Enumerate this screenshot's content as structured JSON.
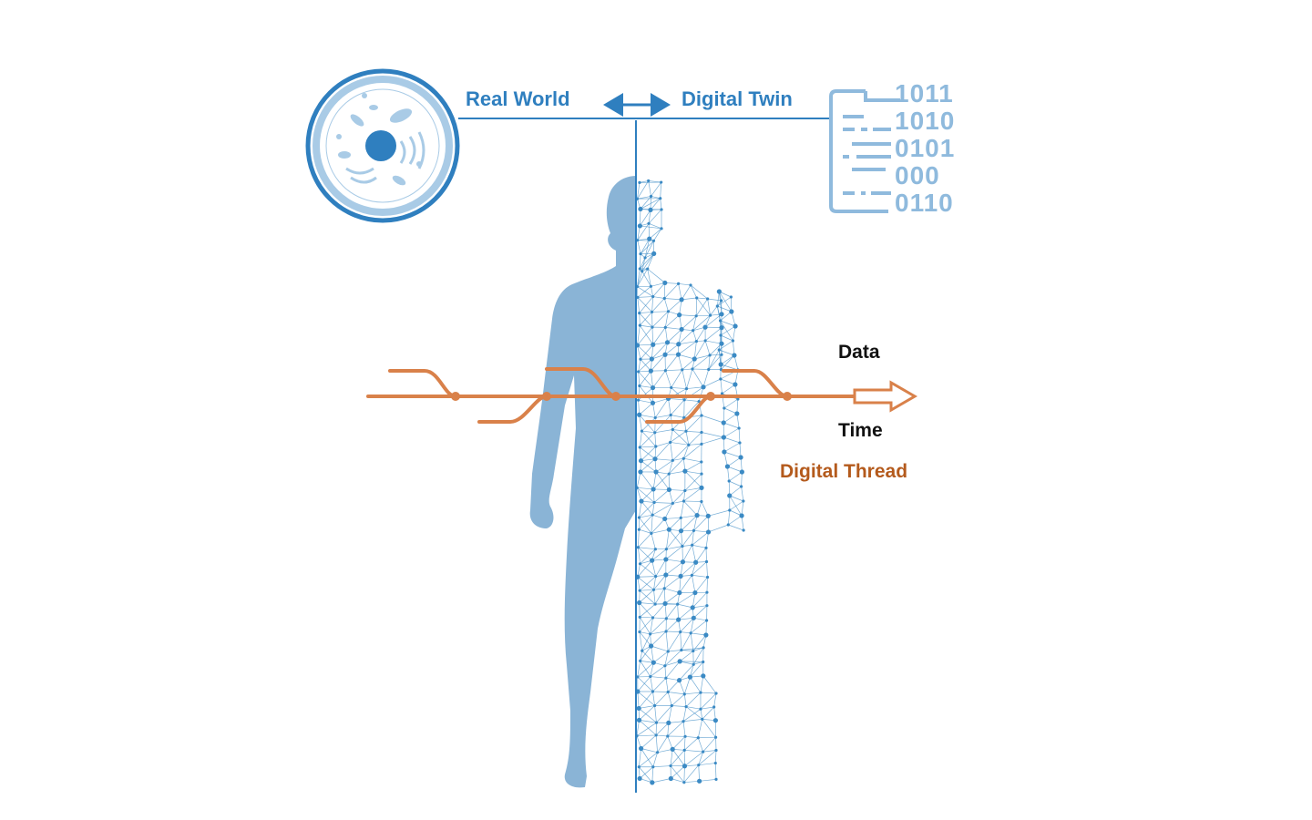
{
  "labels": {
    "real_world": "Real World",
    "digital_twin": "Digital Twin",
    "data": "Data",
    "time": "Time",
    "digital_thread": "Digital Thread"
  },
  "binary_rows": [
    "1011",
    "1010",
    "0101",
    "000",
    "0110"
  ],
  "colors": {
    "blue_dark": "#2f7fbf",
    "blue_body": "#8ab4d6",
    "blue_light": "#a9cbe6",
    "mesh": "#3b8ac4",
    "thread": "#d9814a",
    "text_dark": "#111111",
    "text_thread": "#b45a1c"
  },
  "icons": [
    "cell-icon",
    "binary-code-icon",
    "bidirectional-arrow-icon",
    "human-silhouette-icon",
    "wireframe-human-icon"
  ]
}
